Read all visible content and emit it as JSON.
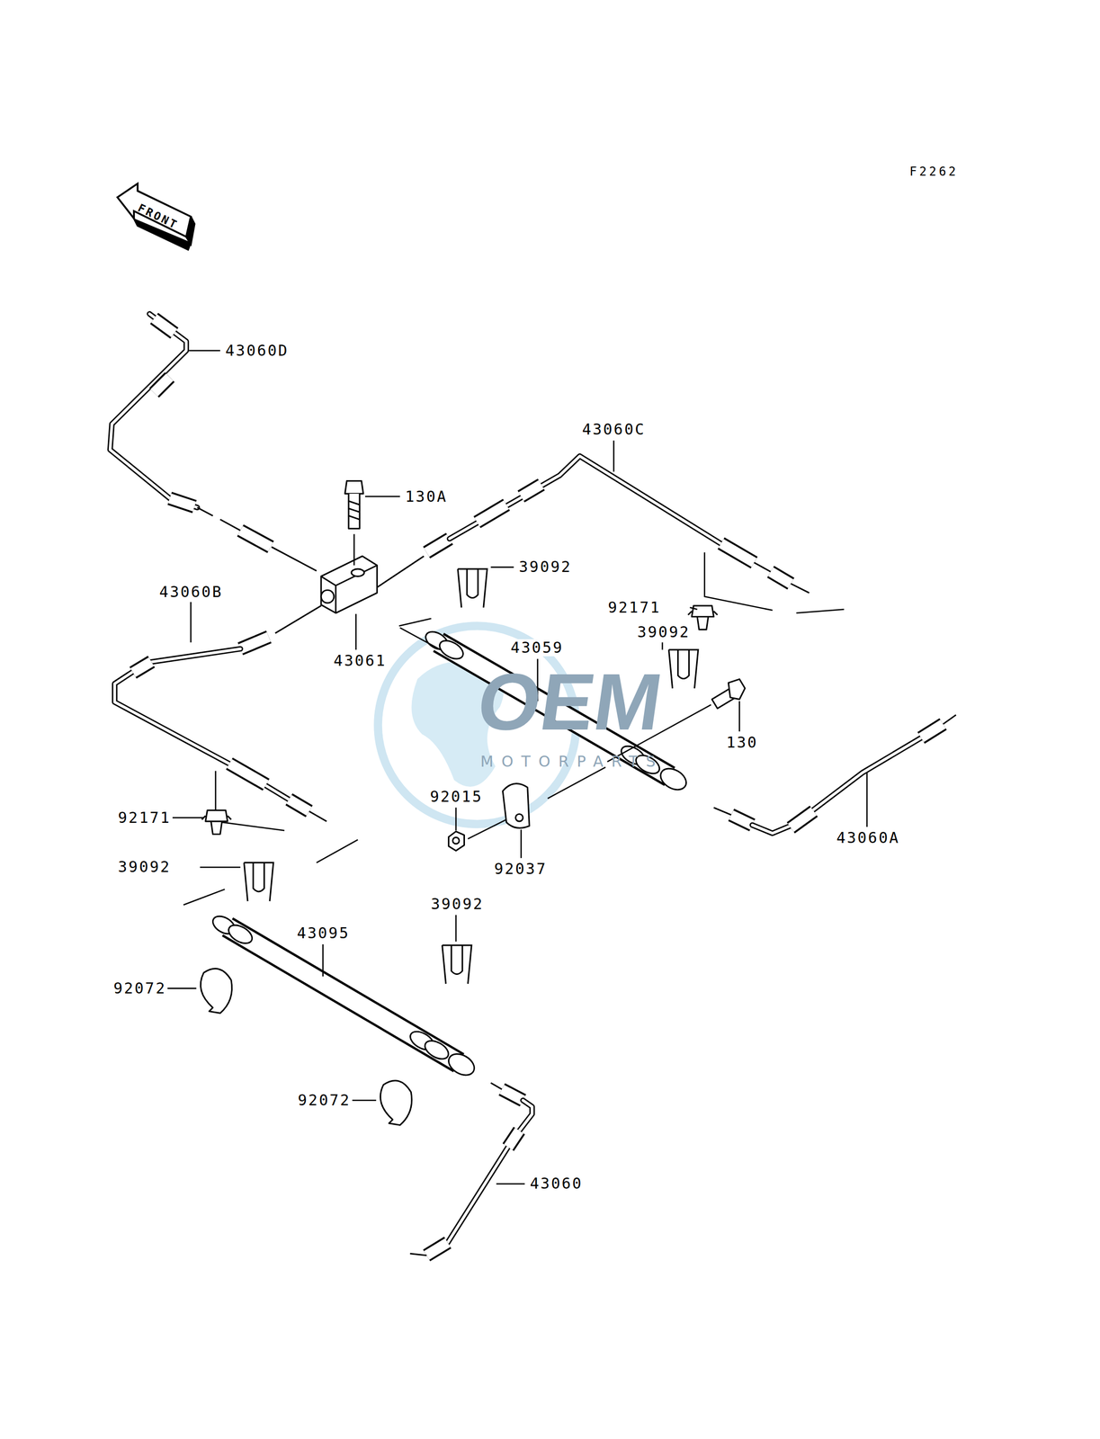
{
  "diagram": {
    "labels": [
      "F2262",
      "FRONT",
      "43060D",
      "130A",
      "43060C",
      "39092",
      "92171",
      "39092",
      "43060B",
      "43061",
      "43059",
      "130",
      "43060A",
      "92015",
      "92037",
      "92171",
      "39092",
      "39092",
      "43095",
      "92072",
      "92072",
      "43060",
      "OEM",
      "MOTORPARTS"
    ]
  }
}
